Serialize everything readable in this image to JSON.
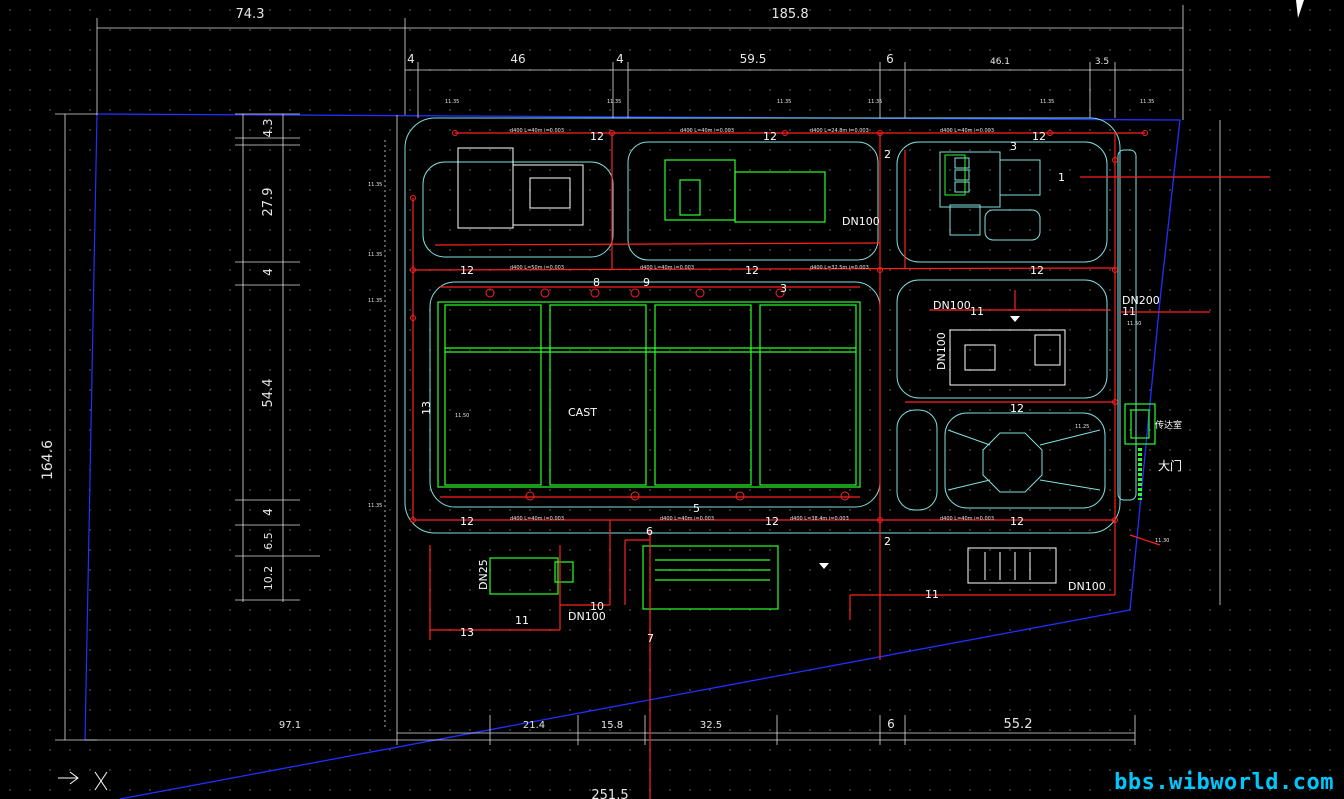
{
  "top_dims": {
    "left": "74.3",
    "right": "185.8"
  },
  "second_dims": [
    "4",
    "46",
    "4",
    "59.5",
    "6",
    "46.1",
    "3.5"
  ],
  "bottom_dims": [
    "97.1",
    "21.4",
    "15.8",
    "32.5",
    "6",
    "55.2"
  ],
  "bottom_total": "251.5",
  "left_total": "164.6",
  "left_dims": [
    "4.3",
    "27.9",
    "4",
    "54.4",
    "4",
    "6.5",
    "10.2"
  ],
  "pipe_numbers": {
    "n12": "12",
    "n13": "13",
    "n11": "11",
    "n10": "10",
    "n9": "9",
    "n7": "7",
    "n6": "6",
    "n5": "5",
    "n3": "3",
    "n2": "2",
    "n1": "1",
    "n8": "8"
  },
  "dn": {
    "dn100_a": "DN100",
    "dn100_b": "DN100",
    "dn100_c": "DN100",
    "dn100_d": "DN100",
    "dn200": "DN200",
    "dn25": "DN25"
  },
  "cast_label": "CAST",
  "gate_label": "大门",
  "guard_label": "传达室",
  "watermark": "bbs.wibworld.com",
  "colors": {
    "background": "#000000",
    "pipe": "#ff2020",
    "building": "#2cff2c",
    "road": "#7fe0e0",
    "boundary": "#2030ff",
    "dimension": "#e6e6e6"
  }
}
